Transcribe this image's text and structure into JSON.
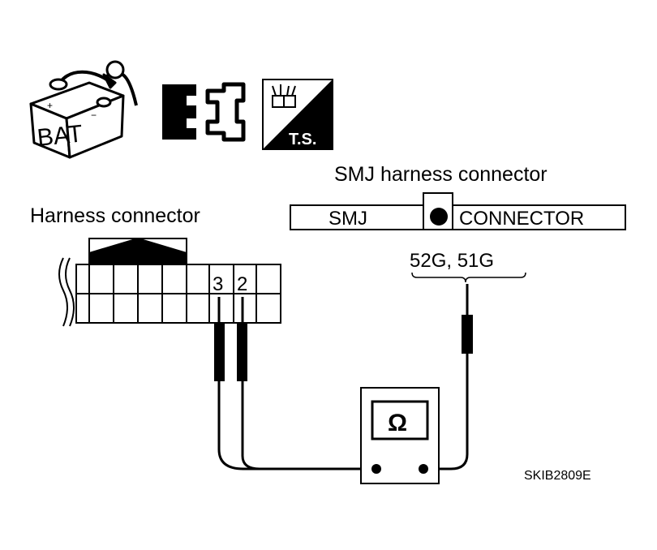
{
  "icons": {
    "battery_label": "BAT",
    "ts_label": "T.S."
  },
  "smj": {
    "title": "SMJ harness connector",
    "left_label": "SMJ",
    "right_label": "CONNECTOR",
    "terminals": "52G, 51G"
  },
  "harness": {
    "title": "Harness connector",
    "pin_a": "3",
    "pin_b": "2"
  },
  "meter": {
    "symbol": "Ω"
  },
  "figure_id": "SKIB2809E"
}
